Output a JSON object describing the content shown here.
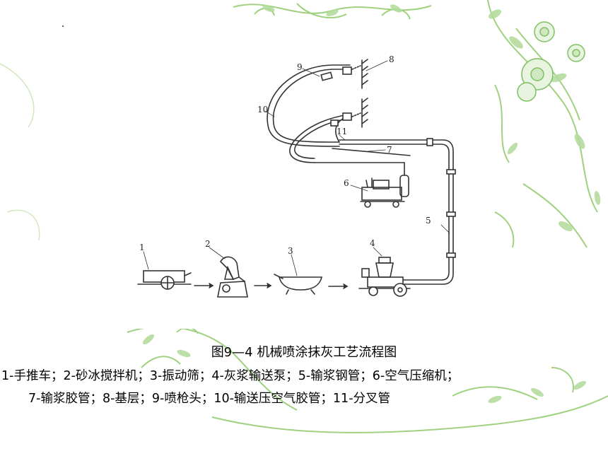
{
  "caption": {
    "title": "图9—4   机械喷涂抹灰工艺流程图",
    "legend_line1": "1-手推车；2-砂冰搅拌机；3-振动筛；4-灰浆输送泵；5-输浆钢管；6-空气压缩机；",
    "legend_line2": "7-输浆胶管；8-基层；9-喷枪头；10-输送压空气胶管；11-分叉管"
  },
  "diagram": {
    "labels": {
      "n1": "1",
      "n2": "2",
      "n3": "3",
      "n4": "4",
      "n5": "5",
      "n6": "6",
      "n7": "7",
      "n8": "8",
      "n9": "9",
      "n10": "10",
      "n11": "11"
    }
  },
  "colors": {
    "line": "#333333",
    "vine_green": "#8fc76f",
    "vine_dark": "#5aa043",
    "flower": "#d9ecd0"
  }
}
